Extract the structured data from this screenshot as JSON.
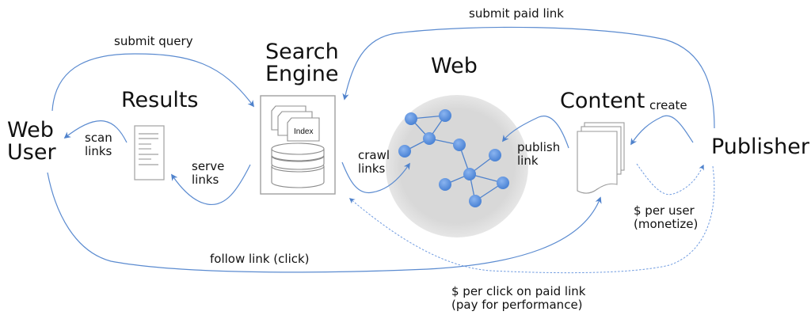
{
  "nodes": {
    "web_user": "Web\nUser",
    "results": "Results",
    "search_engine": "Search\nEngine",
    "index_label": "Index",
    "web": "Web",
    "content": "Content",
    "publisher": "Publisher"
  },
  "edges": {
    "submit_query": "submit query",
    "scan_links": "scan\nlinks",
    "serve_links": "serve\nlinks",
    "crawl_links": "crawl\nlinks",
    "publish_link": "publish\nlink",
    "create": "create",
    "submit_paid_link": "submit paid link",
    "per_user": "$ per user\n(monetize)",
    "follow_link": "follow link (click)",
    "per_click": "$ per click on paid link\n(pay for performance)"
  },
  "colors": {
    "arrow": "#5b8bd0",
    "node_fill": "#5b93e0",
    "web_circle": "#d9d9d9",
    "text": "#111111"
  }
}
